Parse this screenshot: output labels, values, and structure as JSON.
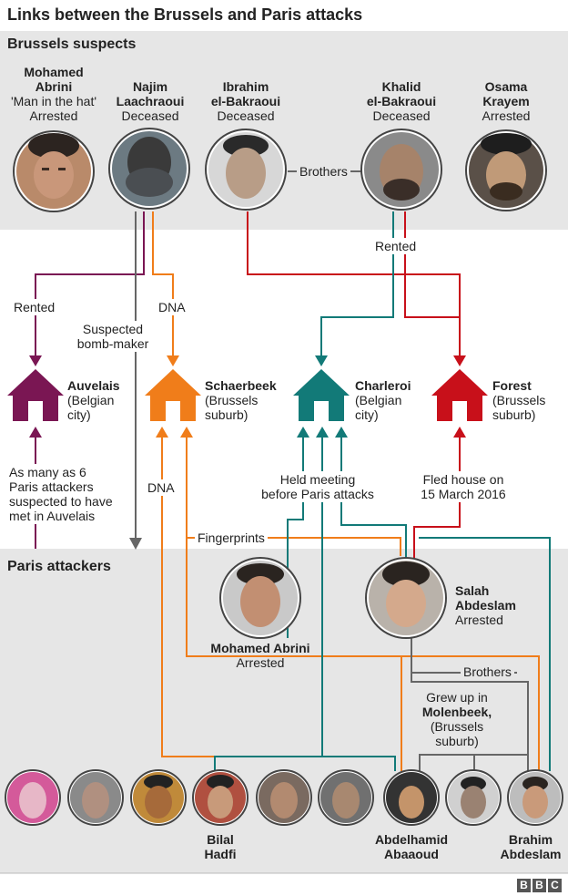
{
  "title": "Links between the Brussels and Paris attacks",
  "sections": {
    "brussels": "Brussels suspects",
    "paris": "Paris attackers"
  },
  "suspects": [
    {
      "name": "Mohamed\nAbrini",
      "nickname": "'Man in the hat'",
      "status": "Arrested"
    },
    {
      "name": "Najim\nLaachraoui",
      "status": "Deceased"
    },
    {
      "name": "Ibrahim\nel-Bakraoui",
      "status": "Deceased"
    },
    {
      "name": "Khalid\nel-Bakraoui",
      "status": "Deceased"
    },
    {
      "name": "Osama\nKrayem",
      "status": "Arrested"
    }
  ],
  "houses": [
    {
      "name": "Auvelais",
      "desc": "(Belgian\ncity)",
      "color": "#7a1653"
    },
    {
      "name": "Schaerbeek",
      "desc": "(Brussels\nsuburb)",
      "color": "#f07d1a"
    },
    {
      "name": "Charleroi",
      "desc": "(Belgian\ncity)",
      "color": "#127a78"
    },
    {
      "name": "Forest",
      "desc": "(Brussels\nsuburb)",
      "color": "#c8101a"
    }
  ],
  "labels": {
    "brothers_top": "Brothers",
    "rented_khalid": "Rented",
    "rented_auvelais": "Rented",
    "dna_top": "DNA",
    "suspected_bomb_maker": "Suspected\nbomb-maker",
    "auvelais_note": "As many as 6\nParis attackers\nsuspected to have\nmet in Auvelais",
    "dna_bottom": "DNA",
    "held_meeting": "Held meeting\nbefore Paris attacks",
    "fled_house": "Fled house on\n15 March 2016",
    "fingerprints": "Fingerprints",
    "brothers_bottom": "Brothers",
    "grew_up_pre": "Grew up in",
    "grew_up_place": "Molenbeek,",
    "grew_up_post": "(Brussels\nsuburb)"
  },
  "paris_main": [
    {
      "name": "Mohamed Abrini",
      "status": "Arrested"
    },
    {
      "name": "Salah\nAbdeslam",
      "status": "Arrested"
    }
  ],
  "paris_row_labels": [
    {
      "name": "Bilal\nHadfi"
    },
    {
      "name": "Abdelhamid\nAbaaoud"
    },
    {
      "name": "Brahim\nAbdeslam"
    }
  ],
  "paris_row_count": 9,
  "logo": [
    "B",
    "B",
    "C"
  ],
  "colors": {
    "purple": "#7a1653",
    "orange": "#f07d1a",
    "teal": "#127a78",
    "red": "#c8101a",
    "grey": "#666666"
  }
}
